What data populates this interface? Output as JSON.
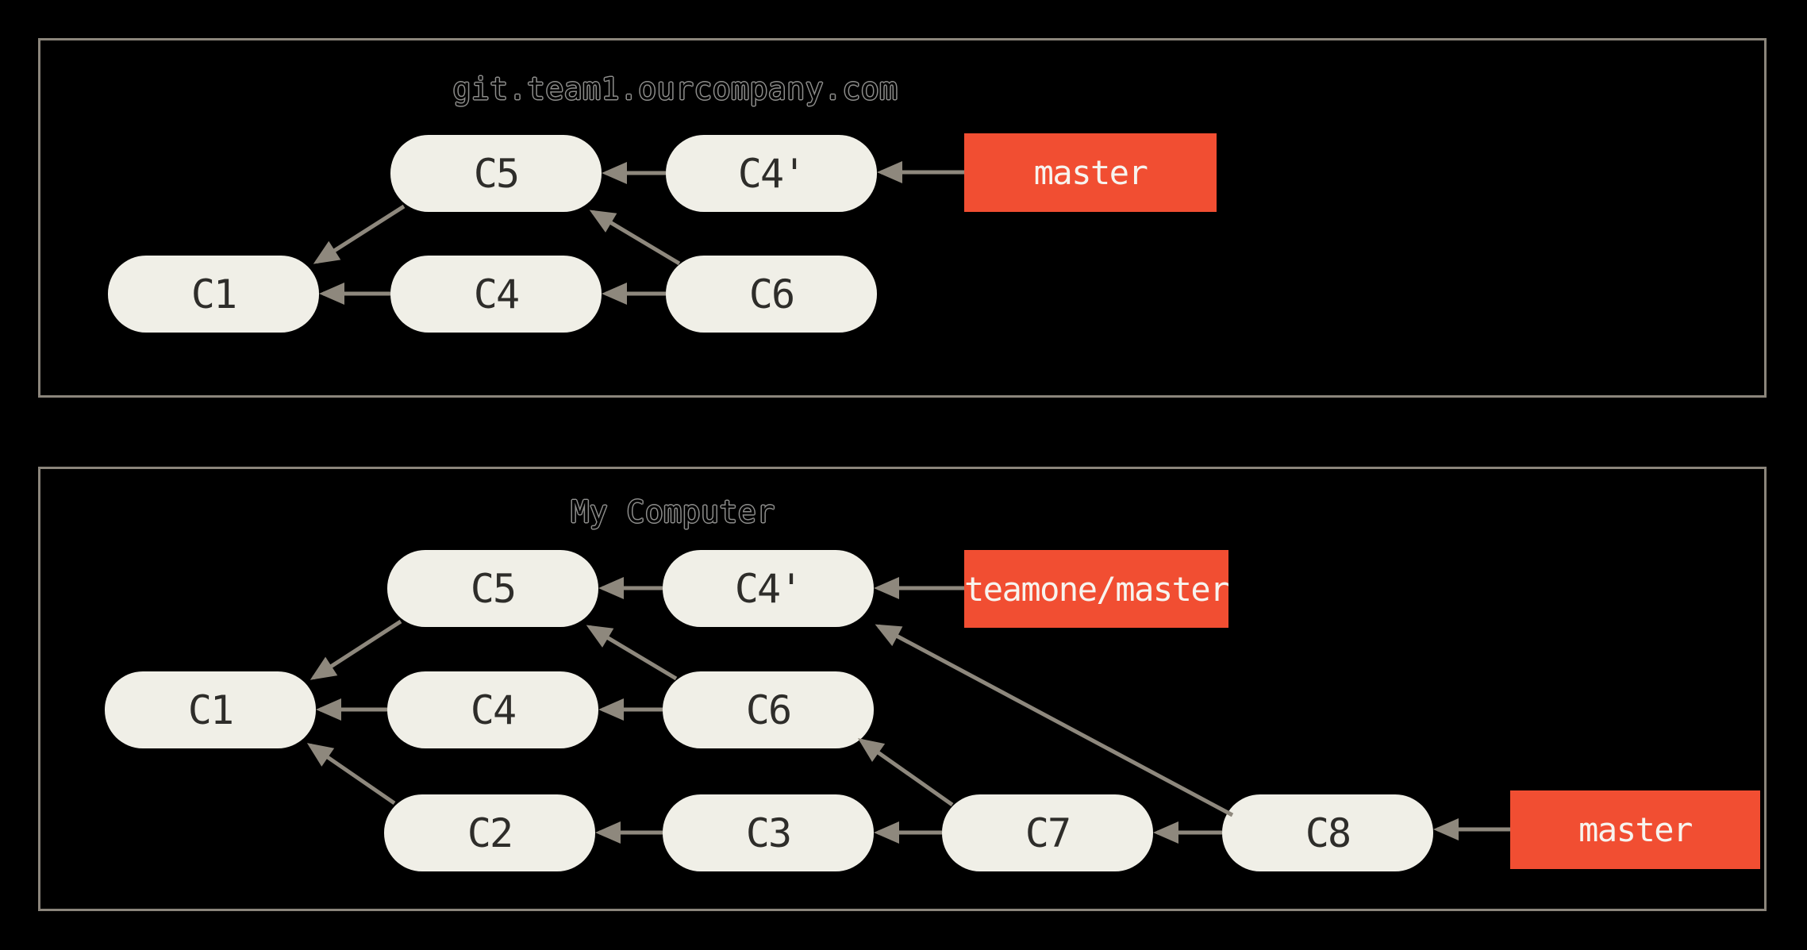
{
  "colors": {
    "background": "#000000",
    "panel_border": "#8B857B",
    "node_fill": "#F0EFE7",
    "node_text": "#2E2D2A",
    "arrow": "#8E887D",
    "branch_fill": "#F14E32",
    "branch_text": "#F7F4EF",
    "title_outline": "#8D8D8B"
  },
  "panels": [
    {
      "title": "git.team1.ourcompany.com",
      "nodes": [
        {
          "id": "C5",
          "label": "C5"
        },
        {
          "id": "C4'",
          "label": "C4'"
        },
        {
          "id": "C1",
          "label": "C1"
        },
        {
          "id": "C4",
          "label": "C4"
        },
        {
          "id": "C6",
          "label": "C6"
        }
      ],
      "branches": [
        {
          "label": "master"
        }
      ],
      "edges": [
        {
          "from": "master",
          "to": "C4'"
        },
        {
          "from": "C4'",
          "to": "C5"
        },
        {
          "from": "C6",
          "to": "C4"
        },
        {
          "from": "C4",
          "to": "C1"
        },
        {
          "from": "C5",
          "to": "C1"
        },
        {
          "from": "C6",
          "to": "C5"
        }
      ]
    },
    {
      "title": "My Computer",
      "nodes": [
        {
          "id": "C5",
          "label": "C5"
        },
        {
          "id": "C4'",
          "label": "C4'"
        },
        {
          "id": "C1",
          "label": "C1"
        },
        {
          "id": "C4",
          "label": "C4"
        },
        {
          "id": "C6",
          "label": "C6"
        },
        {
          "id": "C2",
          "label": "C2"
        },
        {
          "id": "C3",
          "label": "C3"
        },
        {
          "id": "C7",
          "label": "C7"
        },
        {
          "id": "C8",
          "label": "C8"
        }
      ],
      "branches": [
        {
          "label": "teamone/master"
        },
        {
          "label": "master"
        }
      ],
      "edges": [
        {
          "from": "teamone/master",
          "to": "C4'"
        },
        {
          "from": "C4'",
          "to": "C5"
        },
        {
          "from": "C6",
          "to": "C4"
        },
        {
          "from": "C4",
          "to": "C1"
        },
        {
          "from": "C5",
          "to": "C1"
        },
        {
          "from": "C6",
          "to": "C5"
        },
        {
          "from": "C2",
          "to": "C1"
        },
        {
          "from": "C3",
          "to": "C2"
        },
        {
          "from": "C7",
          "to": "C3"
        },
        {
          "from": "C7",
          "to": "C6"
        },
        {
          "from": "C8",
          "to": "C7"
        },
        {
          "from": "C8",
          "to": "C4'"
        },
        {
          "from": "master",
          "to": "C8"
        }
      ]
    }
  ]
}
